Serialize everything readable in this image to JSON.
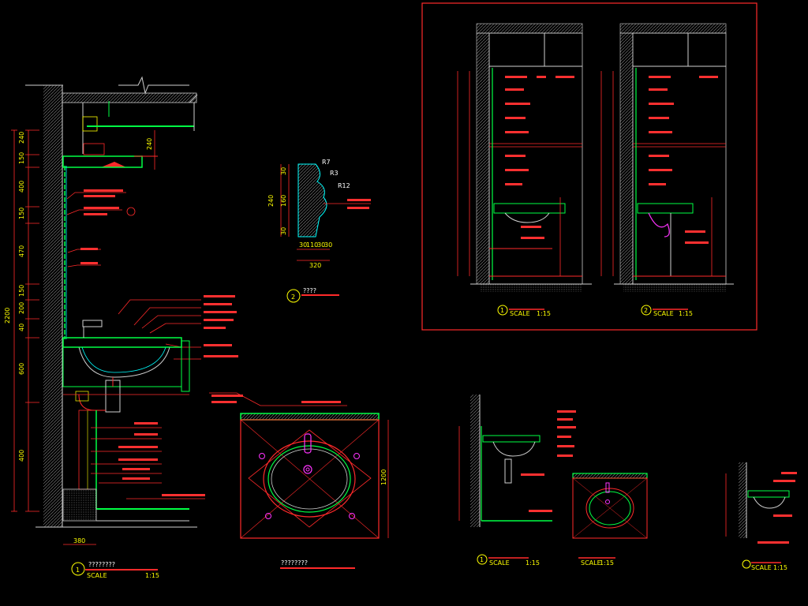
{
  "colors": {
    "background": "#000000",
    "red": "#ff2a2a",
    "green": "#00ff44",
    "yellow": "#ffff00",
    "magenta": "#ff33ff",
    "cyan": "#00ffff",
    "white": "#ffffff",
    "gray": "#9a9a9a"
  },
  "detail_main": {
    "number": "1",
    "title": "????????",
    "scale_label": "SCALE",
    "scale_value": "1:15",
    "dimension_total": "2200",
    "dimensions": [
      "240",
      "150",
      "240",
      "400",
      "150",
      "470",
      "150",
      "200",
      "40",
      "600",
      "400"
    ],
    "base_dimension": "380"
  },
  "detail_molding": {
    "number": "2",
    "title": "????",
    "radii": [
      "R7",
      "R3",
      "R12"
    ],
    "width_dims": [
      "30",
      "110",
      "30",
      "30"
    ],
    "total_width": "320",
    "height_dims": [
      "30",
      "160",
      "30"
    ],
    "total_height": "240"
  },
  "detail_plan": {
    "title": "????????",
    "dimension": "1200"
  },
  "elevation_1": {
    "number": "1",
    "scale_label": "SCALE",
    "scale_value": "1:15"
  },
  "elevation_2": {
    "number": "2",
    "scale_label": "SCALE",
    "scale_value": "1:15"
  },
  "small_detail_1": {
    "number": "1",
    "scale_label": "SCALE",
    "scale_value": "1:15"
  },
  "small_plan": {
    "scale_label": "SCALE",
    "scale_value": "1:15"
  },
  "small_detail_3": {
    "scale_label": "SCALE",
    "scale_value": "1:15"
  }
}
